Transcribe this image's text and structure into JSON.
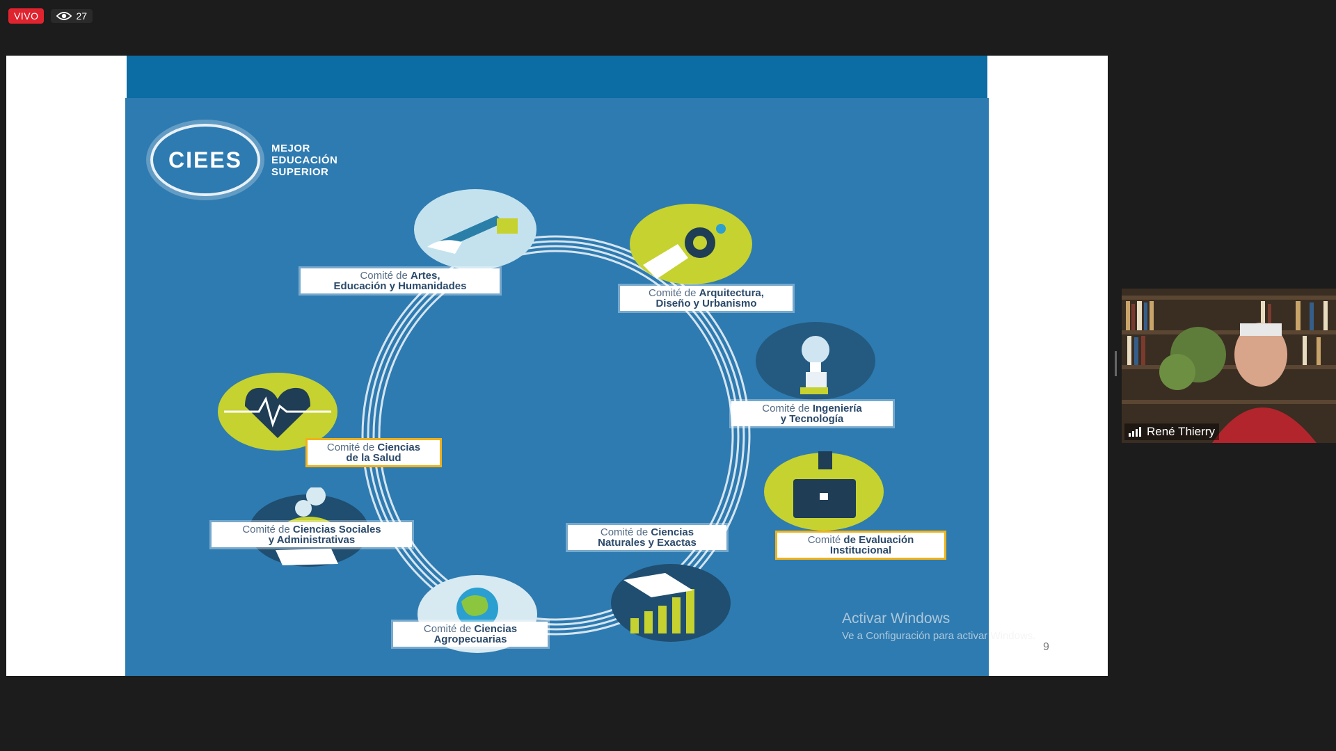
{
  "stream": {
    "live_label": "VIVO",
    "viewers": "27"
  },
  "slide": {
    "logo": {
      "acronym": "CIEES",
      "tagline": [
        "MEJOR",
        "EDUCACIÓN",
        "SUPERIOR"
      ]
    },
    "page_number": "9",
    "committees": [
      {
        "id": "artes",
        "pre": "Comité de ",
        "bold1": "Artes,",
        "line2": "Educación y Humanidades"
      },
      {
        "id": "arquitectura",
        "pre": "Comité de ",
        "bold1": "Arquitectura,",
        "line2": "Diseño y Urbanismo"
      },
      {
        "id": "ingenieria",
        "pre": "Comité de ",
        "bold1": "Ingeniería",
        "line2": "y Tecnología"
      },
      {
        "id": "evaluacion",
        "pre": "Comité ",
        "bold1": "de Evaluación",
        "line2": "Institucional"
      },
      {
        "id": "naturales",
        "pre": "Comité de ",
        "bold1": "Ciencias",
        "line2": "Naturales y Exactas"
      },
      {
        "id": "agropecuarias",
        "pre": "Comité de ",
        "bold1": "Ciencias",
        "line2": "Agropecuarias"
      },
      {
        "id": "sociales",
        "pre": "Comité de ",
        "bold1": "Ciencias Sociales",
        "line2": "y Administrativas"
      },
      {
        "id": "salud",
        "pre": "Comité de ",
        "bold1": "Ciencias",
        "line2": "de la Salud"
      }
    ]
  },
  "windows_watermark": {
    "title": "Activar Windows",
    "subtitle": "Ve a Configuración para activar Windows."
  },
  "participant": {
    "name": "René Thierry"
  },
  "colors": {
    "slide_blue": "#2e7bb1",
    "accent_green": "#c6d22f",
    "live_red": "#e0242f",
    "gold": "#f0b21a"
  }
}
